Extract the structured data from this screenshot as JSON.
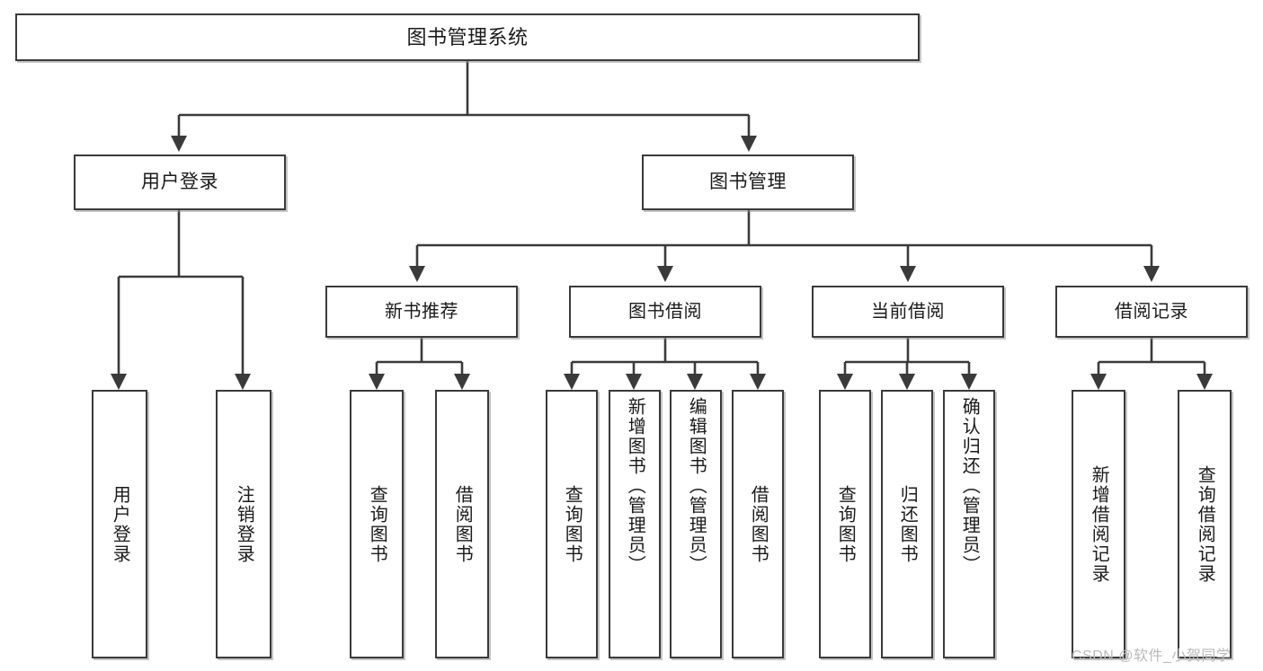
{
  "diagram": {
    "title": "图书管理系统",
    "type": "tree",
    "colors": {
      "background": "#ffffff",
      "node_border": "#3a3a3a",
      "node_fill": "#ffffff",
      "edge": "#3a3a3a",
      "text": "#1a1a1a",
      "watermark": "#b9b9b9"
    },
    "root": {
      "label": "图书管理系统"
    },
    "level2": [
      {
        "label": "用户登录"
      },
      {
        "label": "图书管理"
      }
    ],
    "level3": [
      {
        "label": "新书推荐"
      },
      {
        "label": "图书借阅"
      },
      {
        "label": "当前借阅"
      },
      {
        "label": "借阅记录"
      }
    ],
    "leaves": [
      {
        "label": "用户登录",
        "parent": "用户登录"
      },
      {
        "label": "注销登录",
        "parent": "用户登录"
      },
      {
        "label": "查询图书",
        "parent": "新书推荐"
      },
      {
        "label": "借阅图书",
        "parent": "新书推荐"
      },
      {
        "label": "查询图书",
        "parent": "图书借阅"
      },
      {
        "label": "新增图书（管理员）",
        "parent": "图书借阅"
      },
      {
        "label": "编辑图书（管理员）",
        "parent": "图书借阅"
      },
      {
        "label": "借阅图书",
        "parent": "图书借阅"
      },
      {
        "label": "查询图书",
        "parent": "当前借阅"
      },
      {
        "label": "归还图书",
        "parent": "当前借阅"
      },
      {
        "label": "确认归还（管理员）",
        "parent": "当前借阅"
      },
      {
        "label": "新增借阅记录",
        "parent": "借阅记录"
      },
      {
        "label": "查询借阅记录",
        "parent": "借阅记录"
      }
    ]
  },
  "watermark": {
    "text": "CSDN @软件_小贺同学"
  }
}
